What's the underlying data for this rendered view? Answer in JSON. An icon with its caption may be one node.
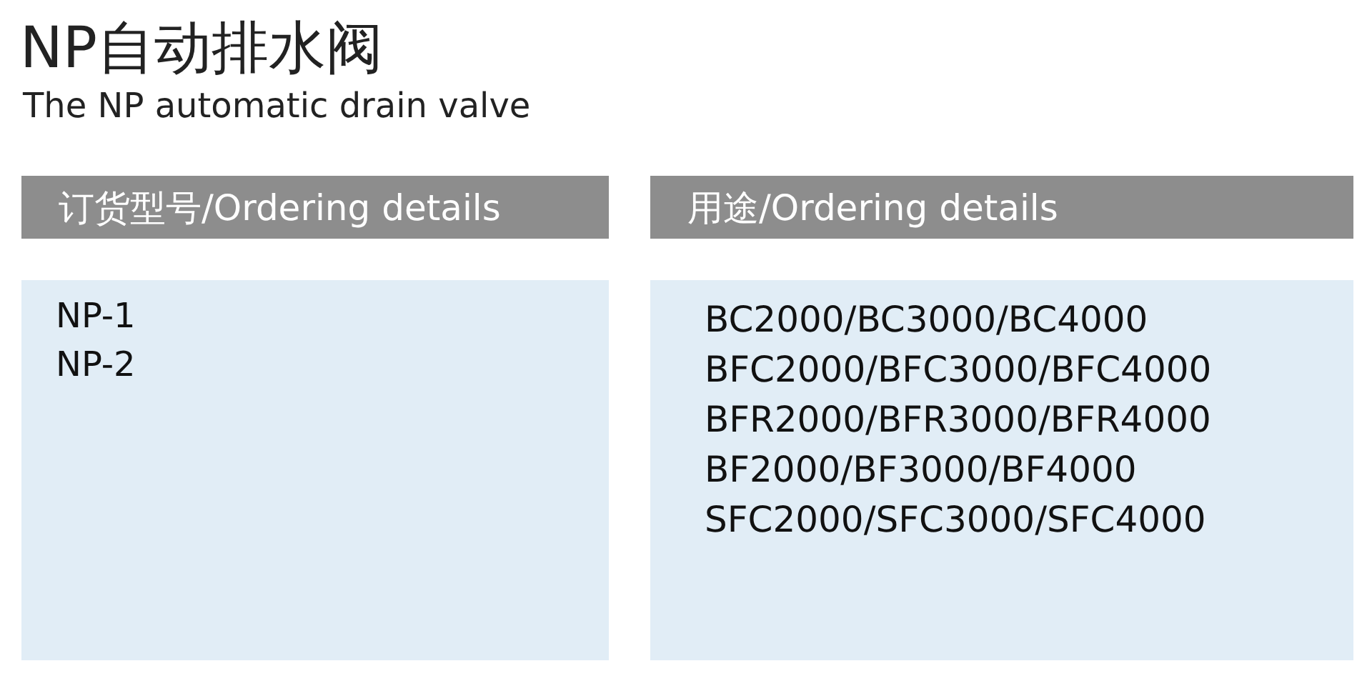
{
  "diagram": {
    "title": "NP自动排水阀",
    "labels": [
      "The NP automatic drain valve"
    ],
    "nodes": [
      {
        "text": [
          "订货型号/Ordering details"
        ]
      },
      {
        "text": [
          "用途/Ordering details"
        ]
      },
      {
        "text": [
          "NP-1",
          "NP-2"
        ]
      },
      {
        "text": [
          "BC2000/BC3000/BC4000",
          "BFC2000/BFC3000/BFC4000",
          "BFR2000/BFR3000/BFR4000",
          "BF2000/BF3000/BF4000",
          "SFC2000/SFC3000/SFC4000"
        ]
      }
    ],
    "edges": []
  }
}
